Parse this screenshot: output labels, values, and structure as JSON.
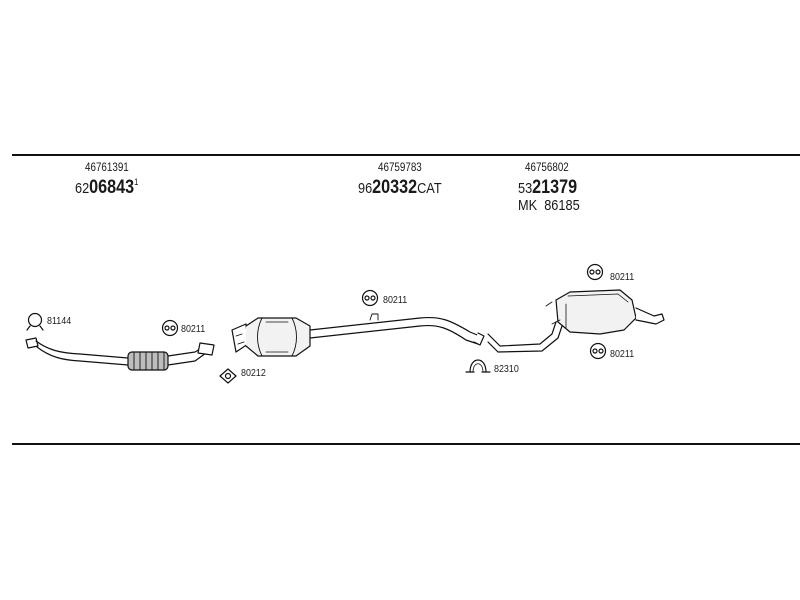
{
  "groups": [
    {
      "oe_number": "46761391",
      "ref_prefix": "62",
      "ref_bold": "06843",
      "ref_suffix": "",
      "ref_superscript": "1"
    },
    {
      "oe_number": "46759783",
      "ref_prefix": "96",
      "ref_bold": "20332",
      "ref_suffix": "CAT",
      "ref_superscript": ""
    },
    {
      "oe_number": "46756802",
      "ref_prefix": "53",
      "ref_bold": "21379",
      "ref_suffix": "",
      "ref_superscript": "",
      "kit_label": "MK",
      "kit_number": "86185"
    }
  ],
  "part_labels": {
    "ring_front": "81144",
    "hanger_front": "80211",
    "gasket": "80212",
    "hanger_center": "80211",
    "clamp": "82310",
    "hanger_rear_upper": "80211",
    "hanger_rear_lower": "80211"
  },
  "colors": {
    "line": "#111111",
    "fill_light": "#f2f2f2",
    "fill_mid": "#bdbdbd"
  }
}
